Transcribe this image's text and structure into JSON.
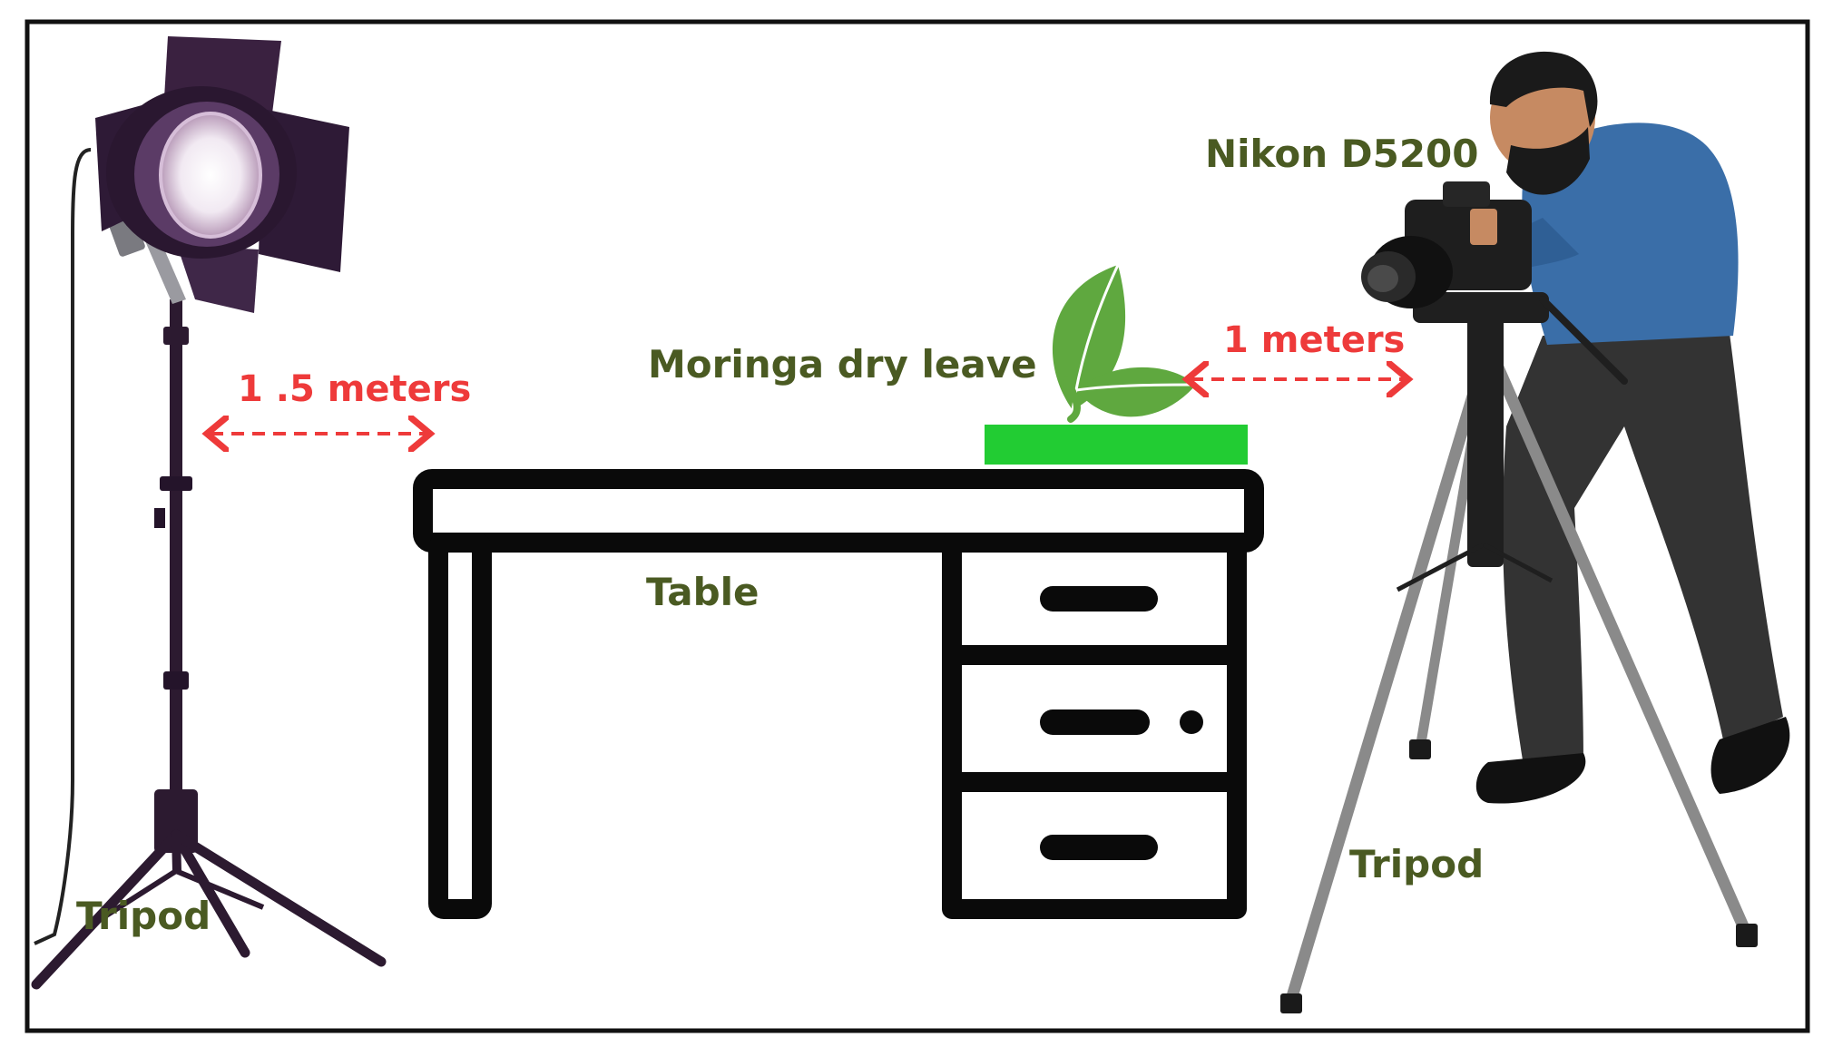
{
  "labels": {
    "tripod_left": "Tripod",
    "tripod_right": "Tripod",
    "distance_left": "1 .5 meters",
    "distance_right": "1 meters",
    "leaf": "Moringa dry leave",
    "table": "Table",
    "camera": "Nikon D5200"
  },
  "colors": {
    "label_text": "#4a5a22",
    "distance_text": "#ee3a3a",
    "tray": "#22cc33",
    "leaf": "#5fa83f",
    "lamp": "#3a2140",
    "shirt": "#3a6ea8",
    "pants": "#333333",
    "tripod": "#8a8a8a"
  },
  "icons": {
    "lamp": "studio-light-icon",
    "leaf": "leaf-icon",
    "camera": "camera-icon",
    "person": "photographer-icon",
    "table": "desk-icon"
  }
}
